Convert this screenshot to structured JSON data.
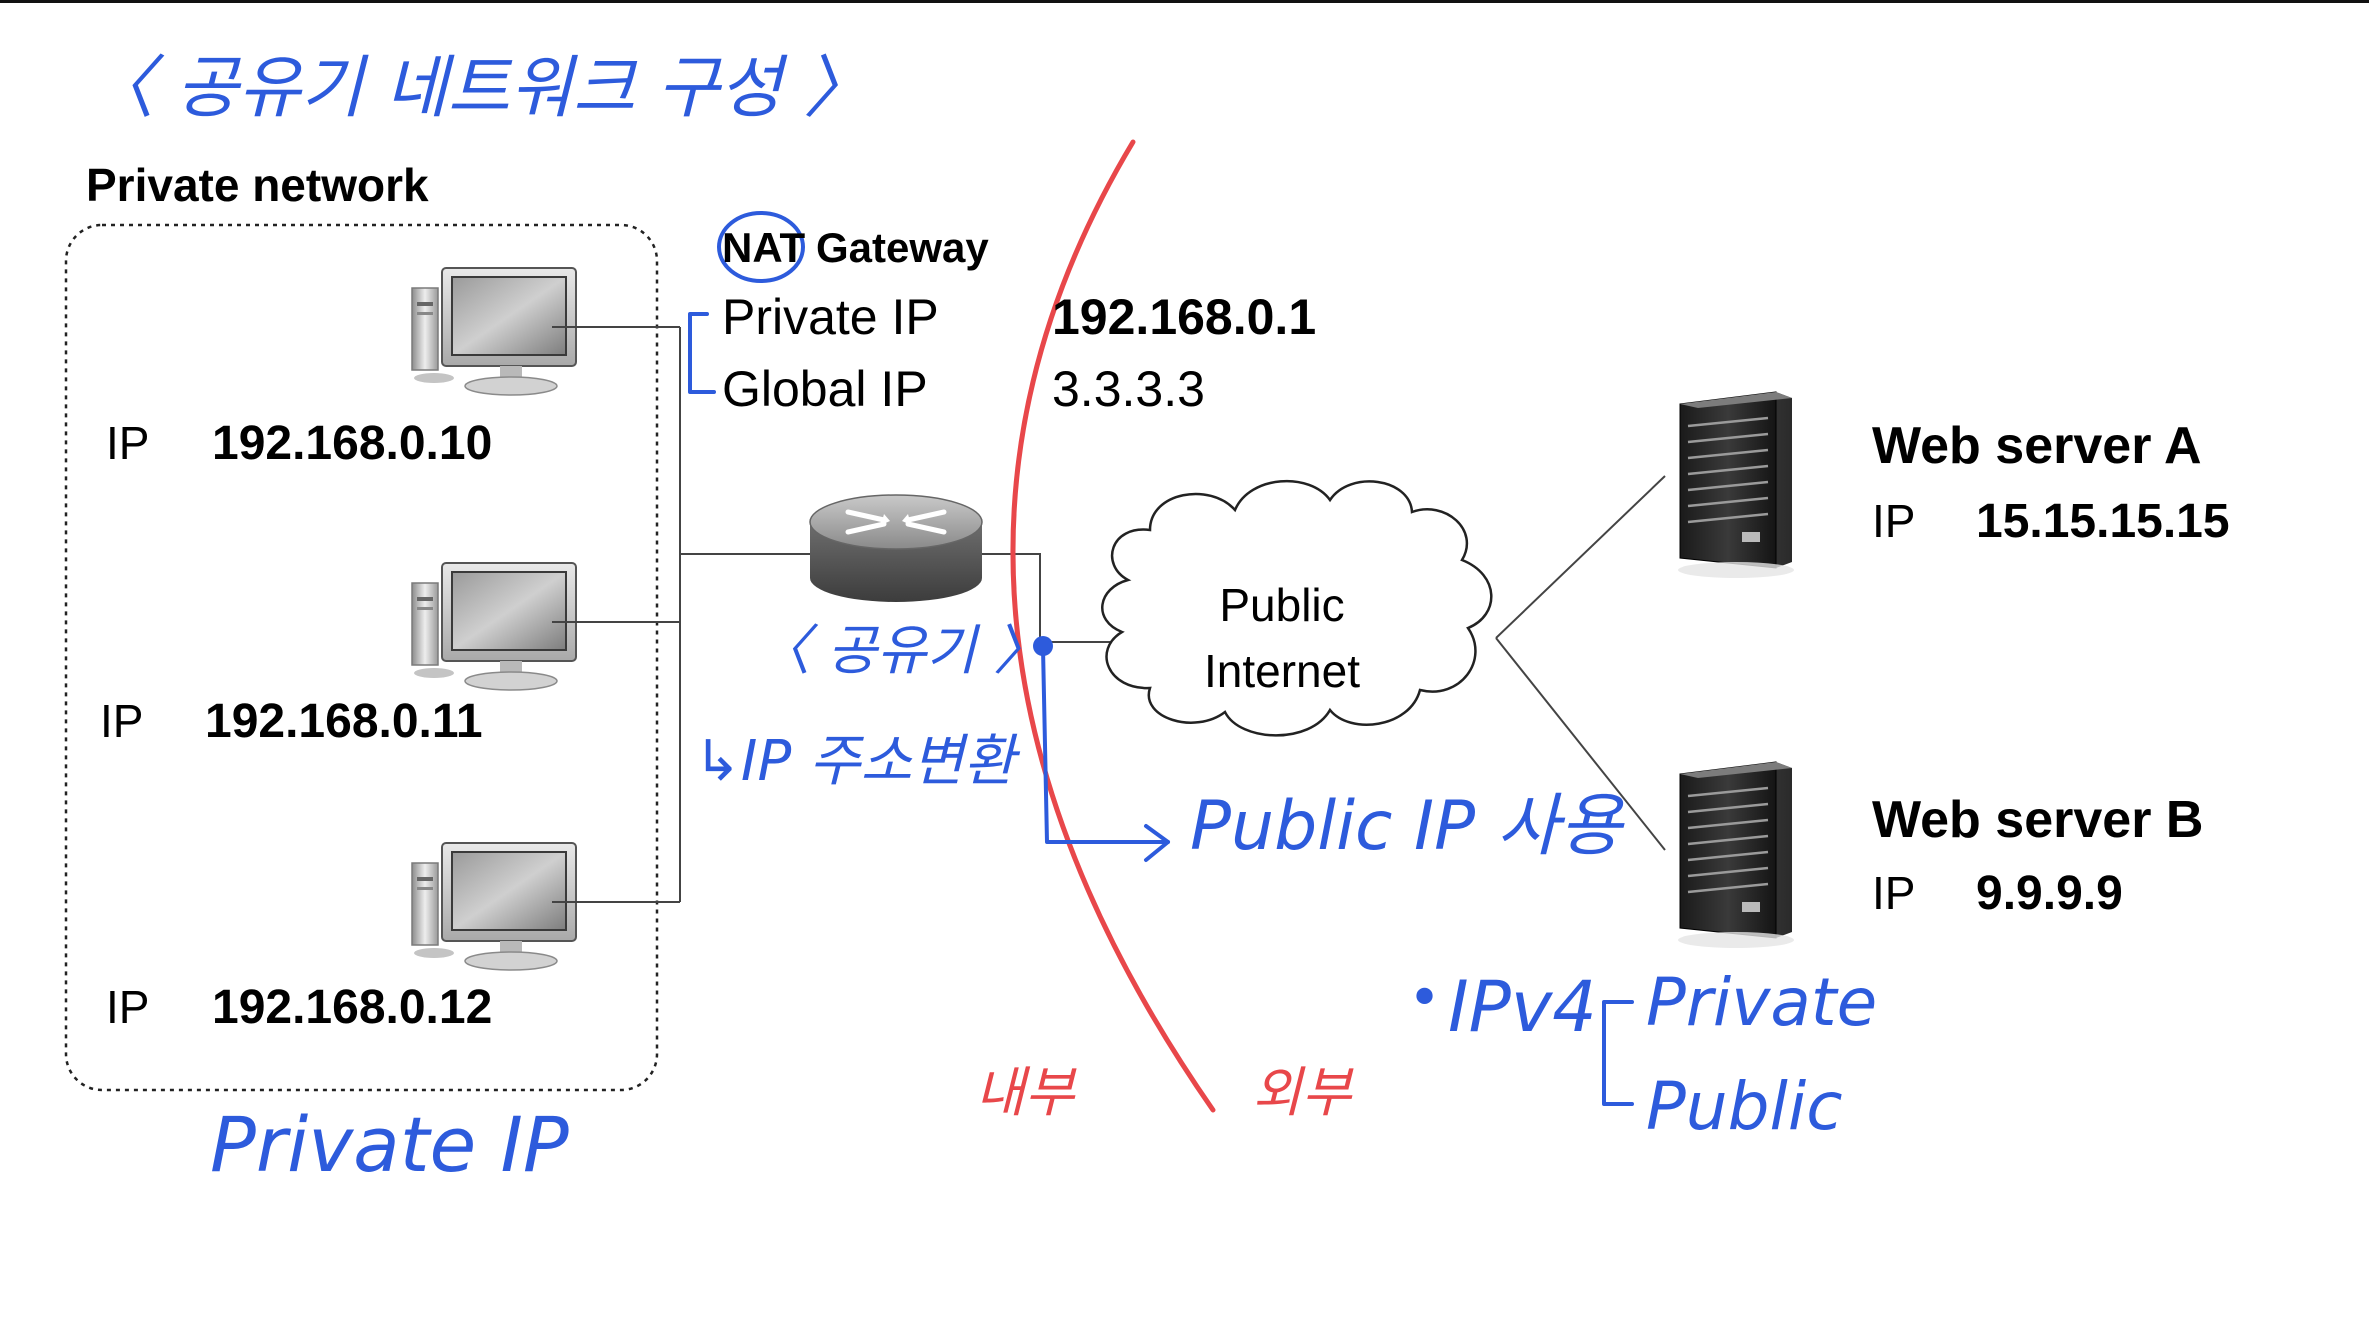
{
  "title_handwritten": "〈 공유기 네트워크 구성 〉",
  "private_network": {
    "label": "Private network",
    "hosts": [
      {
        "ip_label": "IP",
        "ip": "192.168.0.10"
      },
      {
        "ip_label": "IP",
        "ip": "192.168.0.11"
      },
      {
        "ip_label": "IP",
        "ip": "192.168.0.12"
      }
    ],
    "annotation": "Private IP"
  },
  "gateway": {
    "nat": "NAT",
    "gateway_word": "Gateway",
    "private_ip_label": "Private IP",
    "private_ip_value": "192.168.0.1",
    "global_ip_label": "Global IP",
    "global_ip_value": "3.3.3.3",
    "router_annotation": "〈 공유기 〉",
    "conversion_annotation": "↳IP 주소변환"
  },
  "cloud": {
    "line1": "Public",
    "line2": "Internet"
  },
  "public_ip_annotation": "Public IP 사용",
  "boundary": {
    "inside": "내부",
    "outside": "외부"
  },
  "ipv4_note": {
    "bullet": "•",
    "label": "IPv4",
    "types": [
      "Private",
      "Public"
    ]
  },
  "servers": [
    {
      "name": "Web server A",
      "ip_label": "IP",
      "ip": "15.15.15.15"
    },
    {
      "name": "Web server B",
      "ip_label": "IP",
      "ip": "9.9.9.9"
    }
  ],
  "colors": {
    "handwriting_blue": "#2d5bdc",
    "boundary_red": "#e8474a"
  }
}
